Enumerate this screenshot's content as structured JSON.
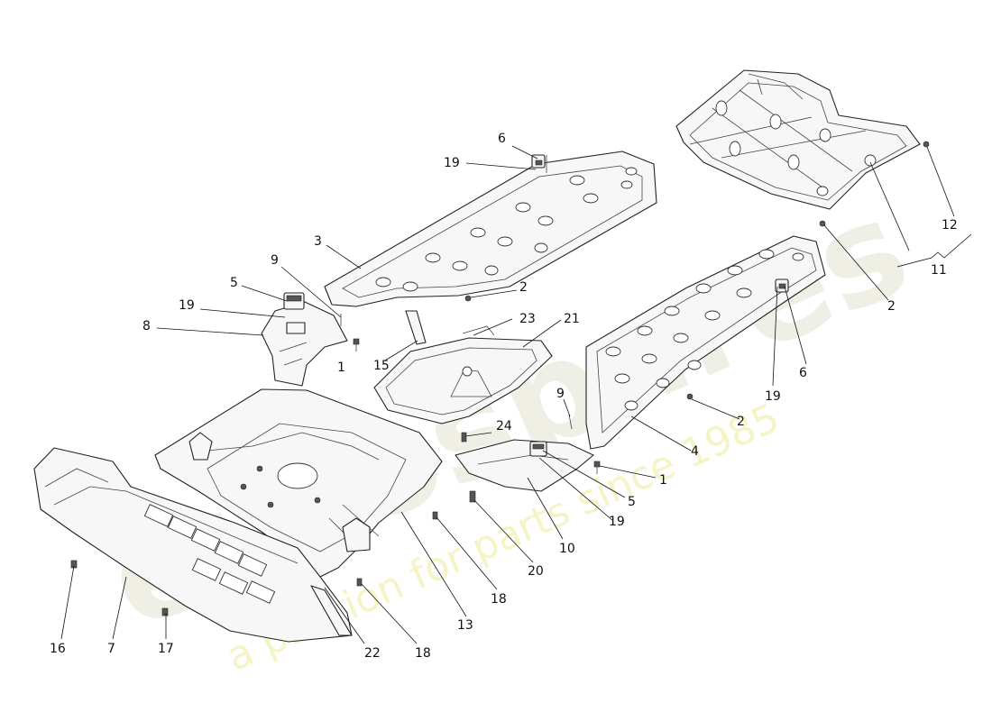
{
  "watermark": {
    "brand": "eurospares",
    "tagline": "a passion for parts since 1985",
    "year": "1985"
  },
  "callouts": [
    {
      "id": "c1a",
      "label": "1"
    },
    {
      "id": "c1b",
      "label": "1"
    },
    {
      "id": "c2a",
      "label": "2"
    },
    {
      "id": "c2b",
      "label": "2"
    },
    {
      "id": "c2c",
      "label": "2"
    },
    {
      "id": "c3",
      "label": "3"
    },
    {
      "id": "c4",
      "label": "4"
    },
    {
      "id": "c5a",
      "label": "5"
    },
    {
      "id": "c5b",
      "label": "5"
    },
    {
      "id": "c6a",
      "label": "6"
    },
    {
      "id": "c6b",
      "label": "6"
    },
    {
      "id": "c7",
      "label": "7"
    },
    {
      "id": "c8",
      "label": "8"
    },
    {
      "id": "c9a",
      "label": "9"
    },
    {
      "id": "c9b",
      "label": "9"
    },
    {
      "id": "c10",
      "label": "10"
    },
    {
      "id": "c11",
      "label": "11"
    },
    {
      "id": "c12",
      "label": "12"
    },
    {
      "id": "c13",
      "label": "13"
    },
    {
      "id": "c15",
      "label": "15"
    },
    {
      "id": "c16",
      "label": "16"
    },
    {
      "id": "c17",
      "label": "17"
    },
    {
      "id": "c18a",
      "label": "18"
    },
    {
      "id": "c18b",
      "label": "18"
    },
    {
      "id": "c19a",
      "label": "19"
    },
    {
      "id": "c19b",
      "label": "19"
    },
    {
      "id": "c19c",
      "label": "19"
    },
    {
      "id": "c19d",
      "label": "19"
    },
    {
      "id": "c20",
      "label": "20"
    },
    {
      "id": "c21",
      "label": "21"
    },
    {
      "id": "c22",
      "label": "22"
    },
    {
      "id": "c23",
      "label": "23"
    },
    {
      "id": "c24",
      "label": "24"
    }
  ]
}
